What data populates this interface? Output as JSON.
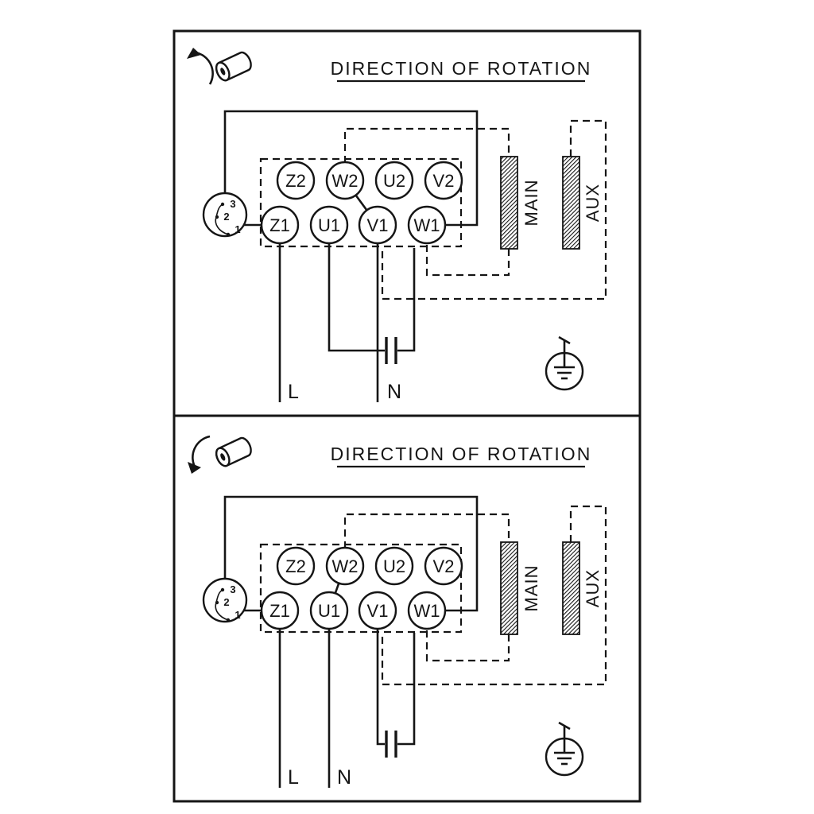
{
  "colors": {
    "background": "#ffffff",
    "line": "#151515"
  },
  "panels": [
    {
      "title": "DIRECTION OF ROTATION",
      "rotation_icon": "shaft-rotation-counterclockwise",
      "terminals_top": [
        "Z2",
        "W2",
        "U2",
        "V2"
      ],
      "terminals_bottom": [
        "Z1",
        "U1",
        "V1",
        "W1"
      ],
      "selector_positions": [
        "3",
        "2",
        "1"
      ],
      "winding_main": "MAIN",
      "winding_aux": "AUX",
      "line_label": "L",
      "neutral_label": "N",
      "symbols": [
        "capacitor-symbol",
        "earth-ground-icon"
      ]
    },
    {
      "title": "DIRECTION OF ROTATION",
      "rotation_icon": "shaft-rotation-clockwise",
      "terminals_top": [
        "Z2",
        "W2",
        "U2",
        "V2"
      ],
      "terminals_bottom": [
        "Z1",
        "U1",
        "V1",
        "W1"
      ],
      "selector_positions": [
        "3",
        "2",
        "1"
      ],
      "winding_main": "MAIN",
      "winding_aux": "AUX",
      "line_label": "L",
      "neutral_label": "N",
      "symbols": [
        "capacitor-symbol",
        "earth-ground-icon"
      ]
    }
  ]
}
